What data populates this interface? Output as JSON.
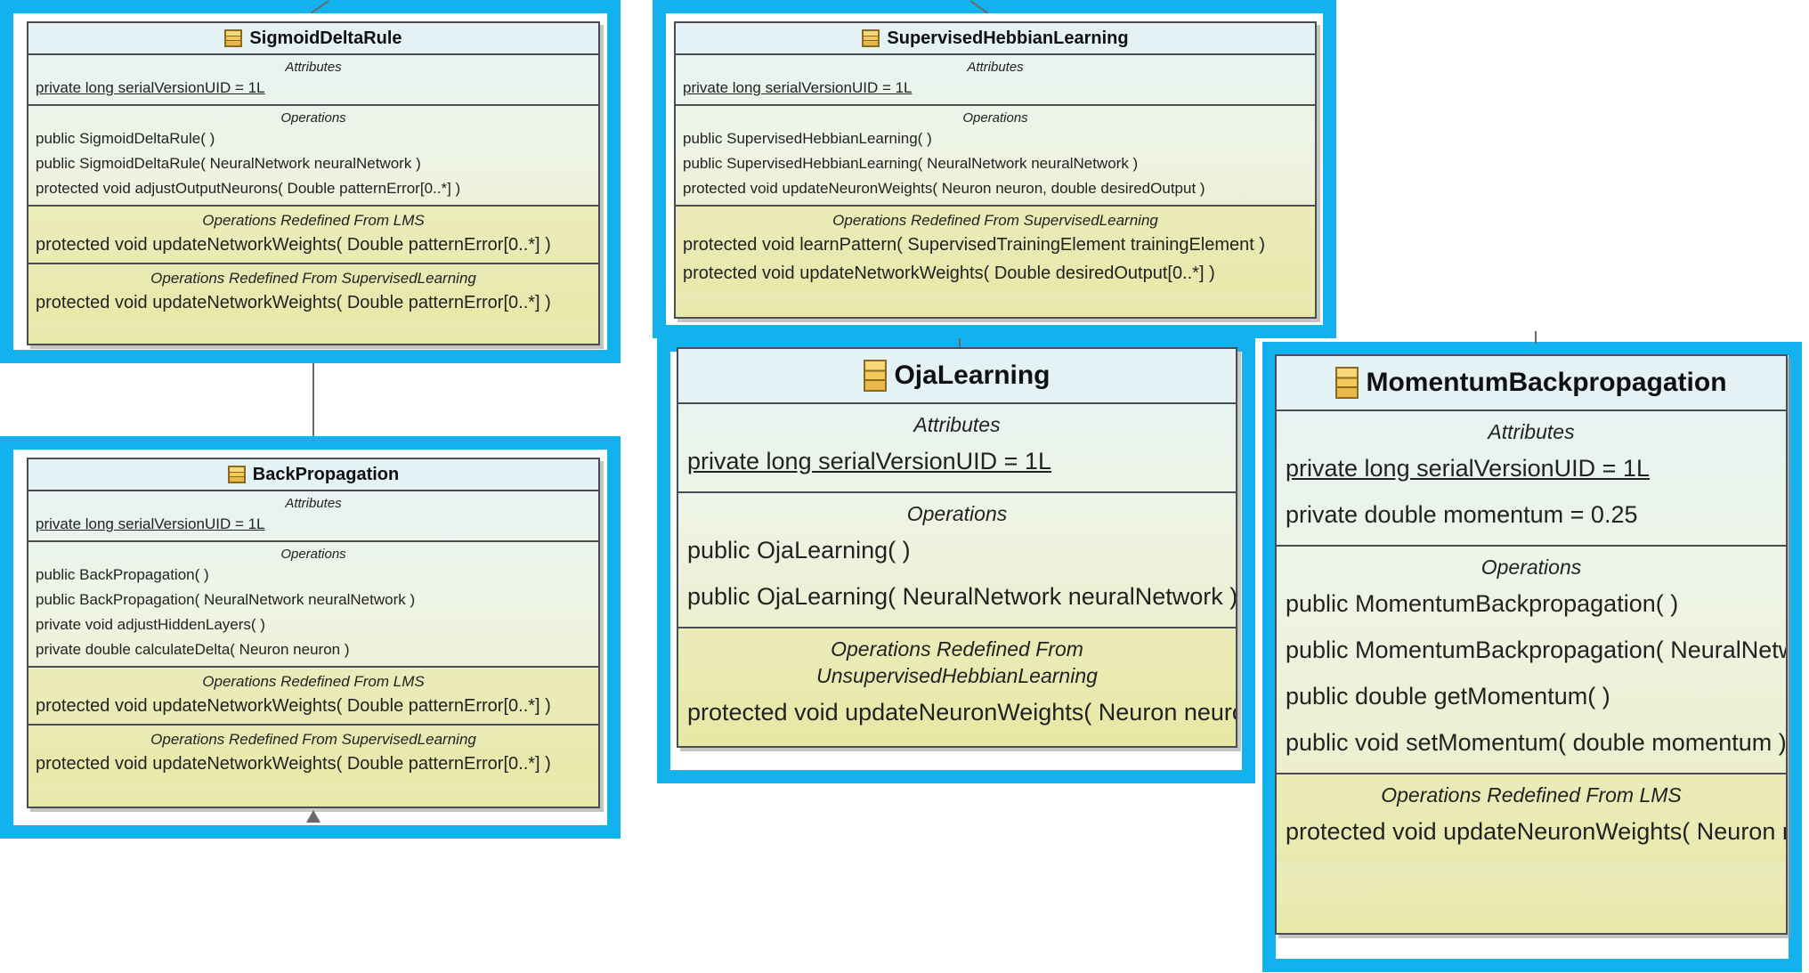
{
  "diagram": {
    "sigmoid": {
      "class_name": "SigmoidDeltaRule",
      "attributes_title": "Attributes",
      "attributes": [
        "private long serialVersionUID = 1L"
      ],
      "operations_title": "Operations",
      "operations": [
        "public SigmoidDeltaRule( )",
        "public SigmoidDeltaRule( NeuralNetwork neuralNetwork )",
        "protected void  adjustOutputNeurons( Double patternError[0..*] )"
      ],
      "redef_lms_title": "Operations Redefined From LMS",
      "redef_lms": [
        "protected void  updateNetworkWeights( Double patternError[0..*] )"
      ],
      "redef_sl_title": "Operations Redefined From SupervisedLearning",
      "redef_sl": [
        "protected void  updateNetworkWeights( Double patternError[0..*] )"
      ]
    },
    "backprop": {
      "class_name": "BackPropagation",
      "attributes_title": "Attributes",
      "attributes": [
        "private long serialVersionUID = 1L"
      ],
      "operations_title": "Operations",
      "operations": [
        "public BackPropagation( )",
        "public BackPropagation( NeuralNetwork neuralNetwork )",
        "private void  adjustHiddenLayers( )",
        "private double  calculateDelta( Neuron neuron )"
      ],
      "redef_lms_title": "Operations Redefined From LMS",
      "redef_lms": [
        "protected void  updateNetworkWeights( Double patternError[0..*] )"
      ],
      "redef_sl_title": "Operations Redefined From SupervisedLearning",
      "redef_sl": [
        "protected void  updateNetworkWeights( Double patternError[0..*] )"
      ]
    },
    "hebbian": {
      "class_name": "SupervisedHebbianLearning",
      "attributes_title": "Attributes",
      "attributes": [
        "private long serialVersionUID = 1L"
      ],
      "operations_title": "Operations",
      "operations": [
        "public SupervisedHebbianLearning( )",
        "public SupervisedHebbianLearning( NeuralNetwork neuralNetwork )",
        "protected void  updateNeuronWeights( Neuron neuron, double desiredOutput )"
      ],
      "redef_title": "Operations Redefined From SupervisedLearning",
      "redef": [
        "protected void  learnPattern( SupervisedTrainingElement trainingElement )",
        "protected void  updateNetworkWeights( Double desiredOutput[0..*] )"
      ]
    },
    "oja": {
      "class_name": "OjaLearning",
      "attributes_title": "Attributes",
      "attributes": [
        "private long serialVersionUID = 1L"
      ],
      "operations_title": "Operations",
      "operations": [
        "public OjaLearning( )",
        "public OjaLearning( NeuralNetwork neuralNetwork )"
      ],
      "redef_title": "Operations Redefined From UnsupervisedHebbianLearning",
      "redef": [
        "protected void  updateNeuronWeights( Neuron neuron )"
      ]
    },
    "momentum": {
      "class_name": "MomentumBackpropagation",
      "attributes_title": "Attributes",
      "attributes": [
        "private long serialVersionUID = 1L",
        "private double momentum = 0.25"
      ],
      "operations_title": "Operations",
      "operations": [
        "public MomentumBackpropagation( )",
        "public MomentumBackpropagation( NeuralNetwork neuralNetwork",
        "public double  getMomentum( )",
        "public void  setMomentum( double momentum )"
      ],
      "redef_title": "Operations Redefined From LMS",
      "redef": [
        "protected void  updateNeuronWeights( Neuron neuron )"
      ]
    },
    "colors": {
      "highlight_border": "#12b2ee",
      "class_border": "#4a4d52",
      "gradient_top": "#e5f3f6",
      "gradient_bottom": "#e8e8a8"
    }
  }
}
